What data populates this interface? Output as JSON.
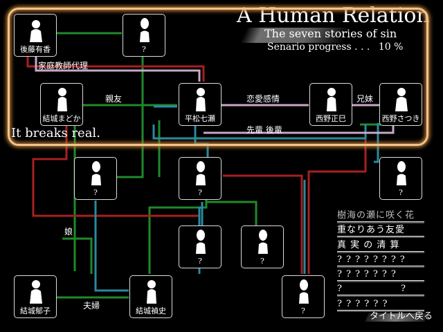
{
  "title": "A Human Relation",
  "subtitle": "The seven stories of sin",
  "progress": {
    "label": "Senario progress . . .",
    "value": "10 %"
  },
  "highlight_text": "It breaks real.",
  "nodes": [
    {
      "id": "arika",
      "label": "後藤有香",
      "known": true
    },
    {
      "id": "unknown-top",
      "label": "?",
      "known": false
    },
    {
      "id": "madoka",
      "label": "結城まどか",
      "known": true
    },
    {
      "id": "nanase",
      "label": "平松七瀬",
      "known": true
    },
    {
      "id": "masami",
      "label": "西野正巳",
      "known": true
    },
    {
      "id": "satsuki",
      "label": "西野さつき",
      "known": true
    },
    {
      "id": "unknown-a",
      "label": "?",
      "known": false
    },
    {
      "id": "unknown-b",
      "label": "?",
      "known": false
    },
    {
      "id": "unknown-c",
      "label": "?",
      "known": false
    },
    {
      "id": "unknown-d",
      "label": "?",
      "known": false
    },
    {
      "id": "unknown-e",
      "label": "?",
      "known": false
    },
    {
      "id": "ikuko",
      "label": "結城郁子",
      "known": true
    },
    {
      "id": "sadafumi",
      "label": "結城禎史",
      "known": true
    },
    {
      "id": "unknown-f",
      "label": "?",
      "known": false
    }
  ],
  "relations": {
    "tutor": "家庭教師代理",
    "best_friend": "親友",
    "romance": "恋愛感情",
    "siblings": "兄妹",
    "senpai": "先輩 後輩",
    "daughter": "娘",
    "couple": "夫婦"
  },
  "stories": [
    "樹海の瀬に咲く花",
    "重なりあう友愛",
    "真 実 の 清 算",
    "????????",
    "???????",
    "?　　　　　　?",
    "? ? ? ? ? ?"
  ],
  "back_label": "タイトルへ戻る"
}
